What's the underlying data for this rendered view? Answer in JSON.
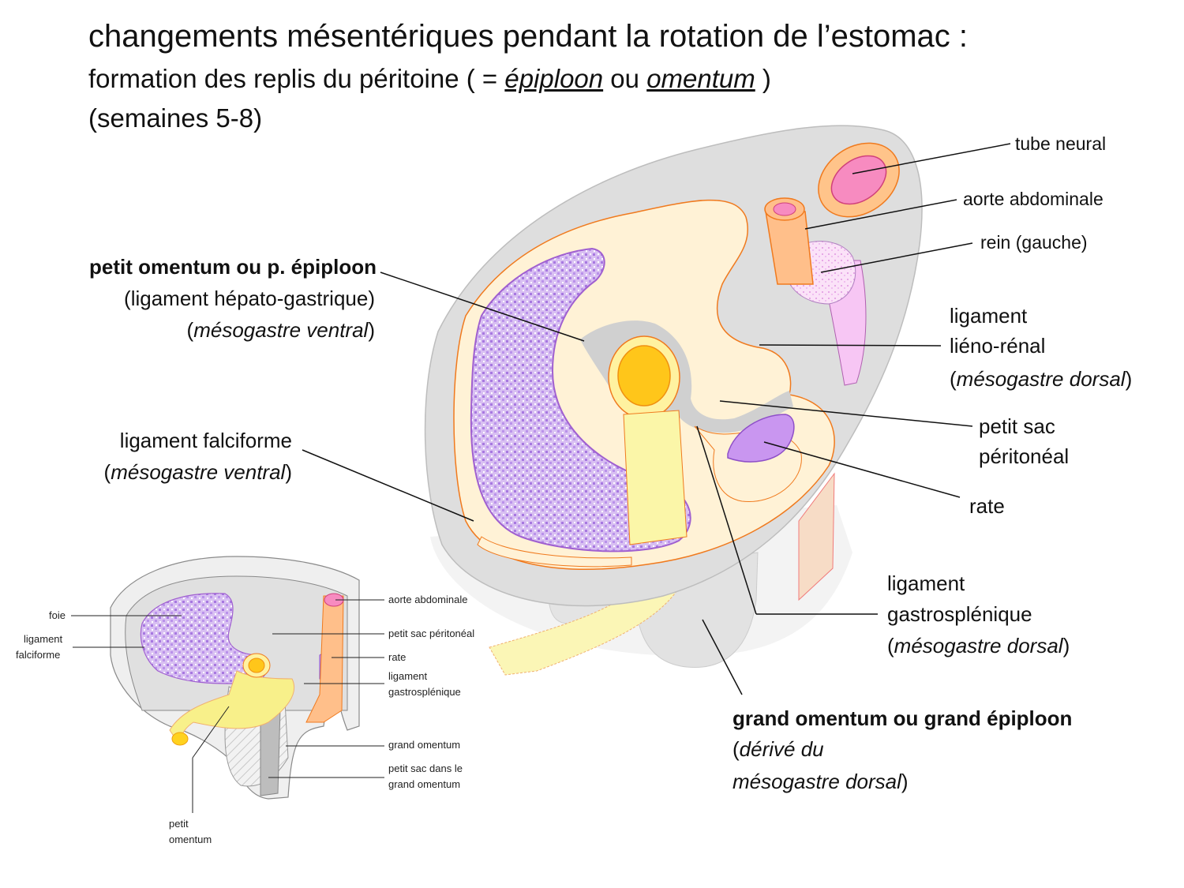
{
  "title": "changements mésentériques pendant la rotation de l’estomac :",
  "subtitle": {
    "prefix": "formation des replis du péritoine ( = ",
    "term1": "épiploon",
    "middle": " ou ",
    "term2": "omentum",
    "suffix": " )"
  },
  "period": "(semaines 5-8)",
  "labels": {
    "tube_neural": "tube neural",
    "aorte": "aorte abdominale",
    "rein": "rein (gauche)",
    "lieno_1": "ligament",
    "lieno_2": "liéno-rénal",
    "lieno_3": "mésogastre dorsal",
    "petit_sac_1": "petit sac",
    "petit_sac_2": "péritonéal",
    "rate": "rate",
    "gastro_1": "ligament",
    "gastro_2": "gastrosplénique",
    "gastro_3": "mésogastre dorsal",
    "grand_1": "grand omentum ou grand épiploon",
    "grand_2": "dérivé du",
    "grand_3": "mésogastre dorsal",
    "petit_om_1": "petit omentum ou p. épiploon",
    "petit_om_2": "(ligament hépato-gastrique)",
    "petit_om_3": "mésogastre ventral",
    "falci_1": "ligament falciforme",
    "falci_2": "mésogastre ventral"
  },
  "inset_labels": {
    "foie": "foie",
    "lig_falci_1": "ligament",
    "lig_falci_2": "falciforme",
    "aorte": "aorte abdominale",
    "petit_sac": "petit sac péritonéal",
    "rate": "rate",
    "gastro_1": "ligament",
    "gastro_2": "gastrosplénique",
    "grand_omentum": "grand omentum",
    "petit_sac_grand_1": "petit sac dans le",
    "petit_sac_grand_2": "grand omentum",
    "petit_omentum_1": "petit",
    "petit_omentum_2": "omentum"
  },
  "colors": {
    "body_gray": "#dcdcdc",
    "cream": "#fff2d6",
    "orange_line": "#f07a1e",
    "liver_purple": "#c9a3ec",
    "stomach_yellow": "#ffd21f",
    "spleen_purple": "#c996f0",
    "neural_pink": "#f78bc0",
    "aorta_orange": "#ffbf8a",
    "kidney_pink": "#f7d1f5"
  }
}
